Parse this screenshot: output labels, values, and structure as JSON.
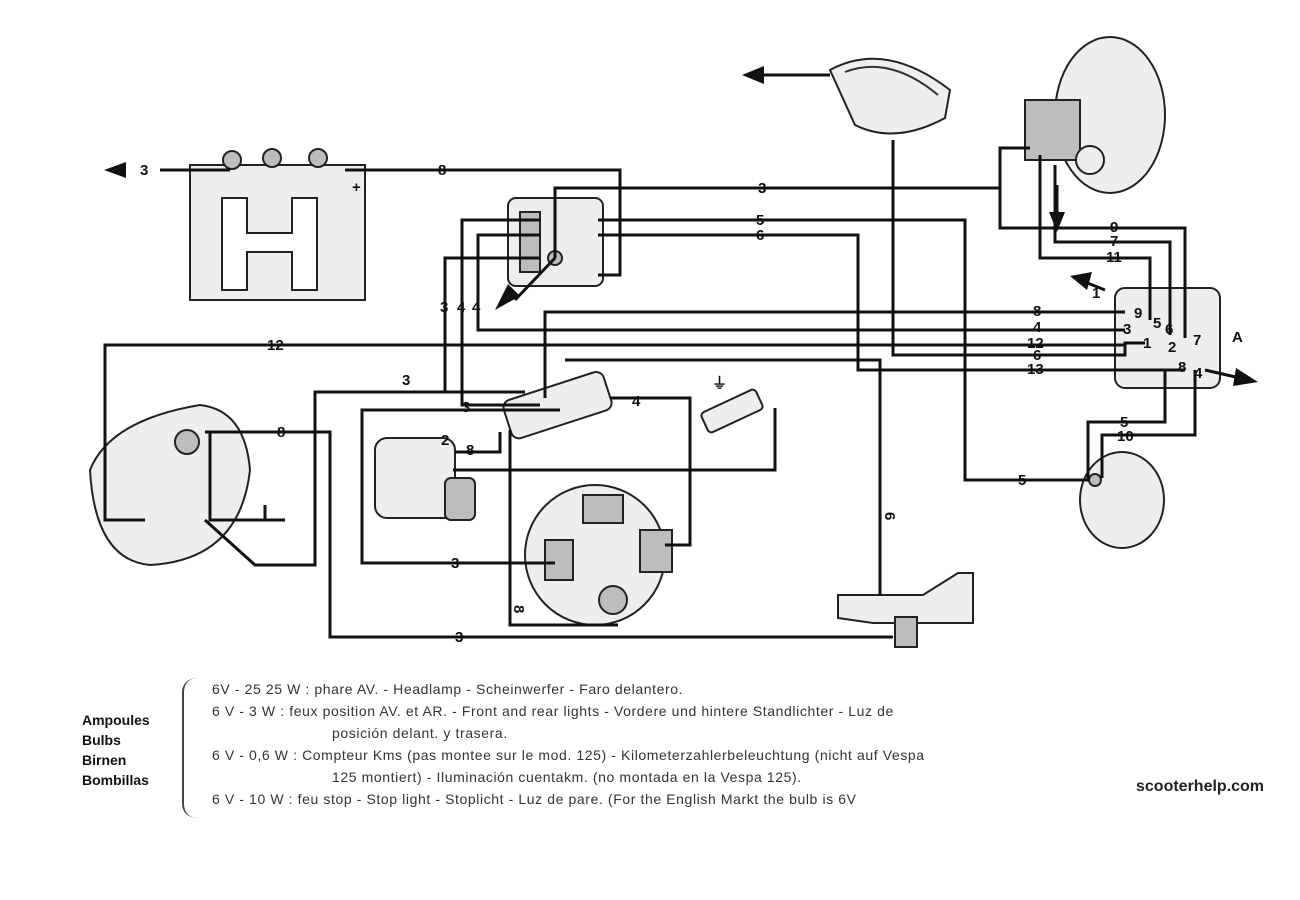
{
  "diagram": {
    "wire_labels": [
      "3",
      "8",
      "3",
      "5",
      "6",
      "3",
      "4",
      "4",
      "12",
      "3",
      "3",
      "2",
      "8",
      "4",
      "3",
      "3",
      "8",
      "8",
      "6",
      "9",
      "7",
      "11",
      "8",
      "4",
      "12",
      "6",
      "13",
      "5",
      "10",
      "5"
    ],
    "terminal_labels": [
      "9",
      "3",
      "5",
      "6",
      "7",
      "1",
      "2",
      "8",
      "4"
    ],
    "side_letter": "A",
    "connector_tag": "1"
  },
  "legend": {
    "headers": [
      "Ampoules",
      "Bulbs",
      "Birnen",
      "Bombillas"
    ],
    "lines": [
      "6V - 25 25 W : phare AV. - Headlamp - Scheinwerfer - Faro delantero.",
      "6 V - 3 W : feux position AV. et AR. - Front and rear lights - Vordere und hintere Standlichter - Luz de",
      "posición delant. y trasera.",
      "6 V - 0,6 W : Compteur Kms (pas montee sur le mod. 125) - Kilometerzahlerbeleuchtung (nicht auf Vespa",
      "125 montiert) - Iluminación cuentakm. (no montada en la Vespa 125).",
      "6 V - 10 W : feu stop - Stop light - Stoplicht - Luz de pare. (For the English Markt the bulb is 6V"
    ]
  },
  "watermark": "scooterhelp.com"
}
